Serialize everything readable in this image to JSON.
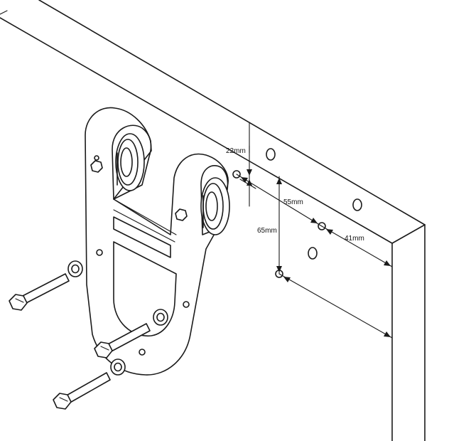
{
  "dimensions": {
    "top_offset": "22mm",
    "hole_spacing_horizontal": "55mm",
    "hole_spacing_vertical": "65mm",
    "edge_offset": "41mm"
  }
}
